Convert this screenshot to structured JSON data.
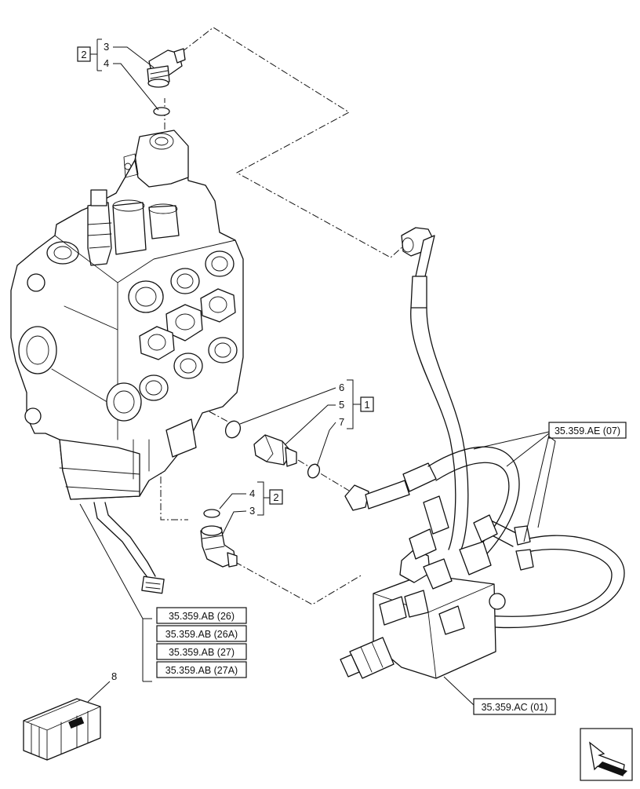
{
  "callouts": {
    "top": {
      "group": "2",
      "item_a": "3",
      "item_b": "4"
    },
    "middle": {
      "group": "1",
      "item_a": "6",
      "item_b": "5",
      "item_c": "7"
    },
    "lower": {
      "group": "2",
      "item_a": "4",
      "item_b": "3"
    },
    "kit": {
      "item": "8"
    }
  },
  "references": {
    "hose_ref": "35.359.AE (07)",
    "harness_refs": [
      "35.359.AB (26)",
      "35.359.AB (26A)",
      "35.359.AB (27)",
      "35.359.AB (27A)"
    ],
    "block_ref": "35.359.AC (01)"
  }
}
